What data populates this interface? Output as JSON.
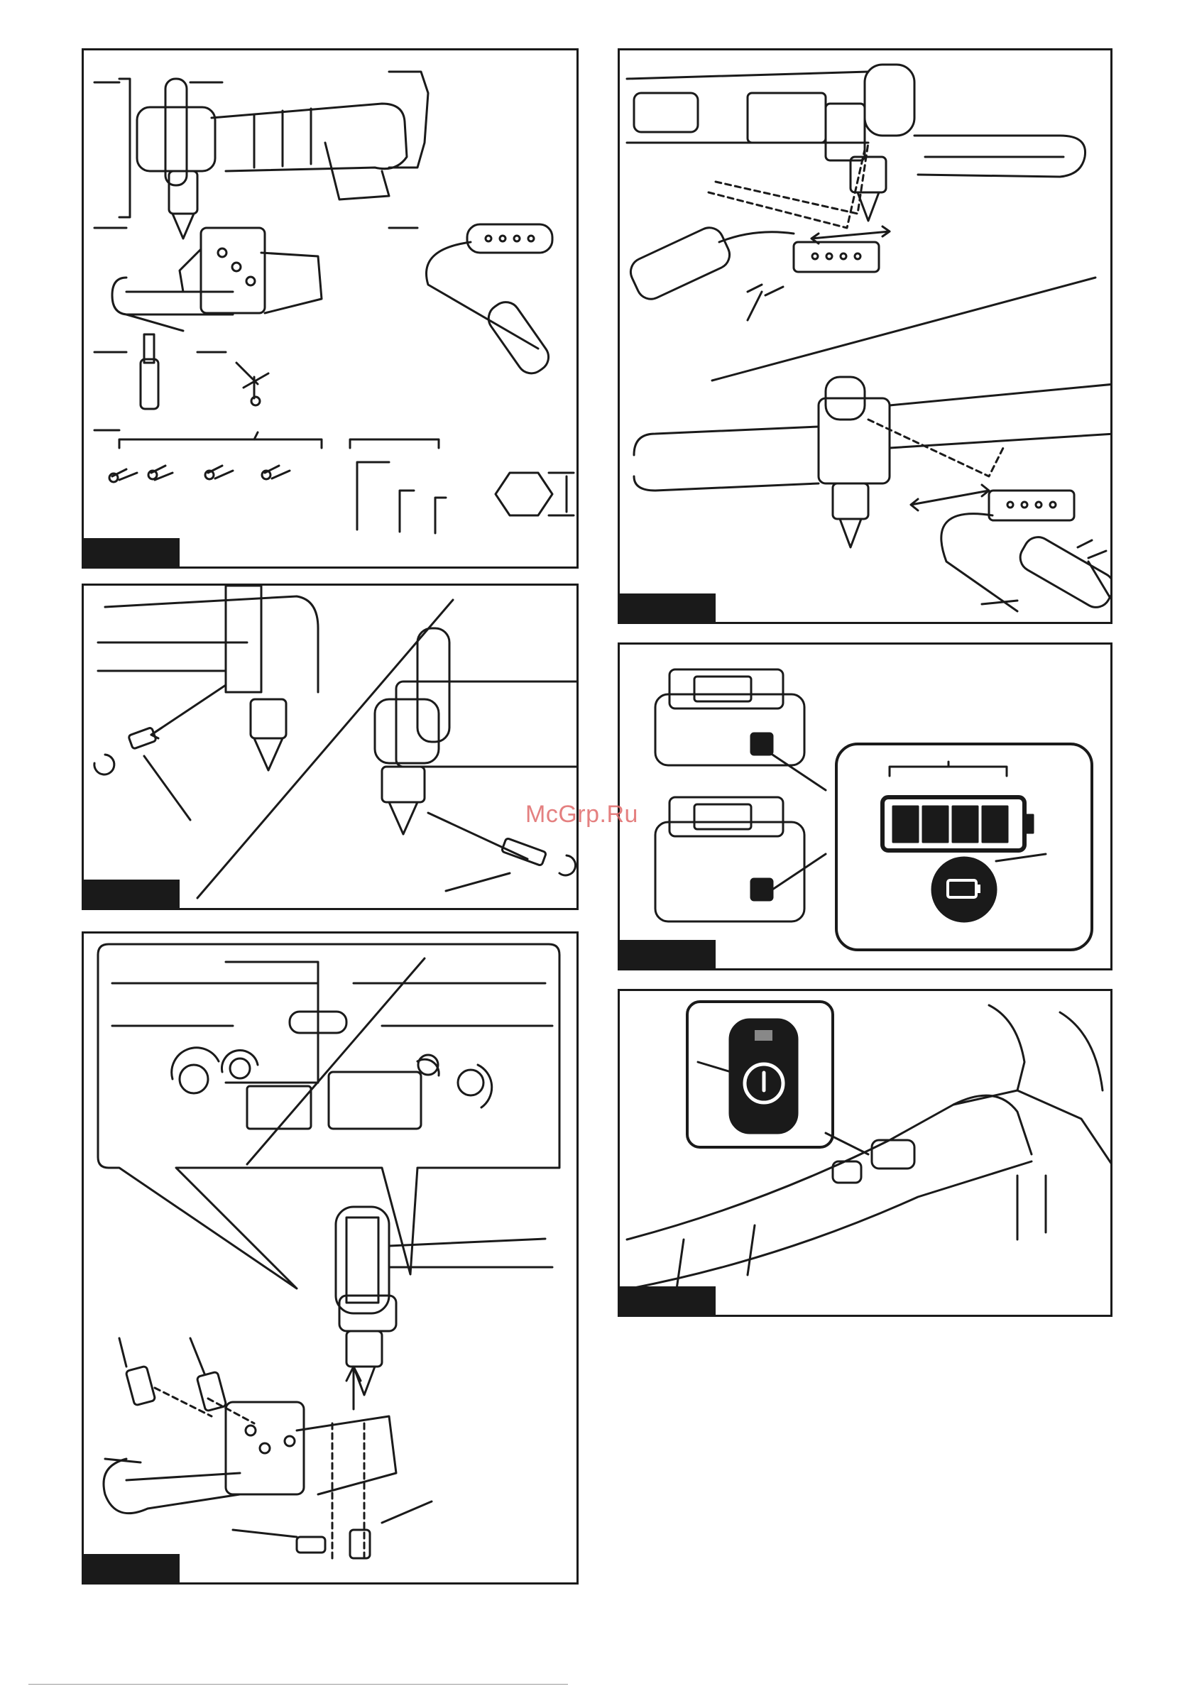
{
  "watermark": {
    "text": "McGrp.Ru"
  },
  "figures": [
    {
      "id": "fig1",
      "icon": "package-contents-illustration"
    },
    {
      "id": "fig2",
      "icon": "handle-assembly-illustration"
    },
    {
      "id": "fig3",
      "icon": "remove-bolt-illustration"
    },
    {
      "id": "fig4",
      "icon": "battery-indicator-illustration"
    },
    {
      "id": "fig5",
      "icon": "loop-handle-install-illustration"
    },
    {
      "id": "fig6",
      "icon": "power-switch-illustration"
    }
  ],
  "colors": {
    "line": "#1a1a1a",
    "watermark": "#e06a6a",
    "background": "#ffffff"
  },
  "page_number": ""
}
